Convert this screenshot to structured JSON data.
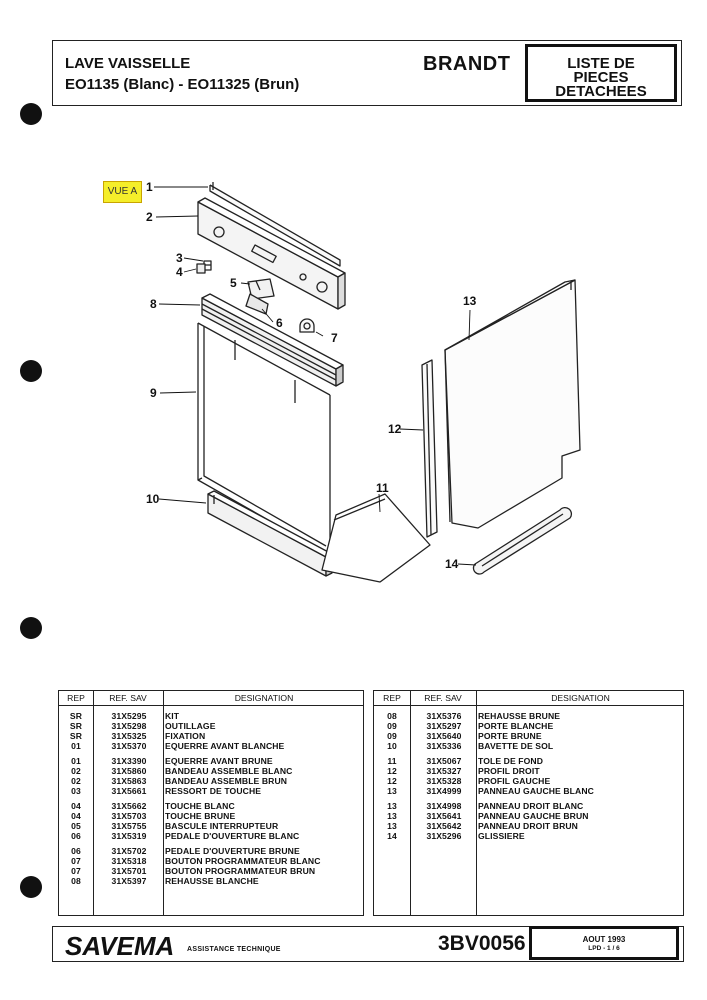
{
  "header": {
    "line1": "LAVE VAISSELLE",
    "line2": "EO1135 (Blanc) - EO11325 (Brun)",
    "brand": "BRANDT",
    "box": [
      "LISTE DE",
      "PIECES",
      "DETACHEES"
    ]
  },
  "diagram": {
    "view_tag": "VUE A",
    "part_numbers": [
      "1",
      "2",
      "3",
      "4",
      "5",
      "6",
      "7",
      "8",
      "9",
      "10",
      "11",
      "12",
      "13",
      "14"
    ]
  },
  "table_left": {
    "headers": [
      "REP",
      "REF. SAV",
      "DESIGNATION"
    ],
    "rows": [
      [
        "SR",
        "31X5295",
        "KIT"
      ],
      [
        "SR",
        "31X5298",
        "OUTILLAGE"
      ],
      [
        "SR",
        "31X5325",
        "FIXATION"
      ],
      [
        "01",
        "31X5370",
        "EQUERRE AVANT BLANCHE"
      ],
      [
        "01",
        "31X3390",
        "EQUERRE AVANT BRUNE"
      ],
      [
        "02",
        "31X5860",
        "BANDEAU ASSEMBLE BLANC"
      ],
      [
        "02",
        "31X5863",
        "BANDEAU ASSEMBLE BRUN"
      ],
      [
        "03",
        "31X5661",
        "RESSORT DE TOUCHE"
      ],
      [
        "04",
        "31X5662",
        "TOUCHE BLANC"
      ],
      [
        "04",
        "31X5703",
        "TOUCHE BRUNE"
      ],
      [
        "05",
        "31X5755",
        "BASCULE INTERRUPTEUR"
      ],
      [
        "06",
        "31X5319",
        "PEDALE D'OUVERTURE BLANC"
      ],
      [
        "06",
        "31X5702",
        "PEDALE D'OUVERTURE BRUNE"
      ],
      [
        "07",
        "31X5318",
        "BOUTON PROGRAMMATEUR BLANC"
      ],
      [
        "07",
        "31X5701",
        "BOUTON PROGRAMMATEUR BRUN"
      ],
      [
        "08",
        "31X5397",
        "REHAUSSE BLANCHE"
      ]
    ]
  },
  "table_right": {
    "headers": [
      "REP",
      "REF. SAV",
      "DESIGNATION"
    ],
    "rows": [
      [
        "08",
        "31X5376",
        "REHAUSSE BRUNE"
      ],
      [
        "09",
        "31X5297",
        "PORTE BLANCHE"
      ],
      [
        "09",
        "31X5640",
        "PORTE BRUNE"
      ],
      [
        "10",
        "31X5336",
        "BAVETTE DE SOL"
      ],
      [
        "11",
        "31X5067",
        "TOLE DE FOND"
      ],
      [
        "12",
        "31X5327",
        "PROFIL DROIT"
      ],
      [
        "12",
        "31X5328",
        "PROFIL GAUCHE"
      ],
      [
        "13",
        "31X4999",
        "PANNEAU GAUCHE BLANC"
      ],
      [
        "13",
        "31X4998",
        "PANNEAU DROIT BLANC"
      ],
      [
        "13",
        "31X5641",
        "PANNEAU GAUCHE BRUN"
      ],
      [
        "13",
        "31X5642",
        "PANNEAU DROIT BRUN"
      ],
      [
        "14",
        "31X5296",
        "GLISSIERE"
      ]
    ]
  },
  "footer": {
    "logo": "SAVEMA",
    "subtitle": "ASSISTANCE TECHNIQUE",
    "code": "3BV0056",
    "date": "AOUT 1993",
    "page": "LPD - 1 / 6"
  }
}
